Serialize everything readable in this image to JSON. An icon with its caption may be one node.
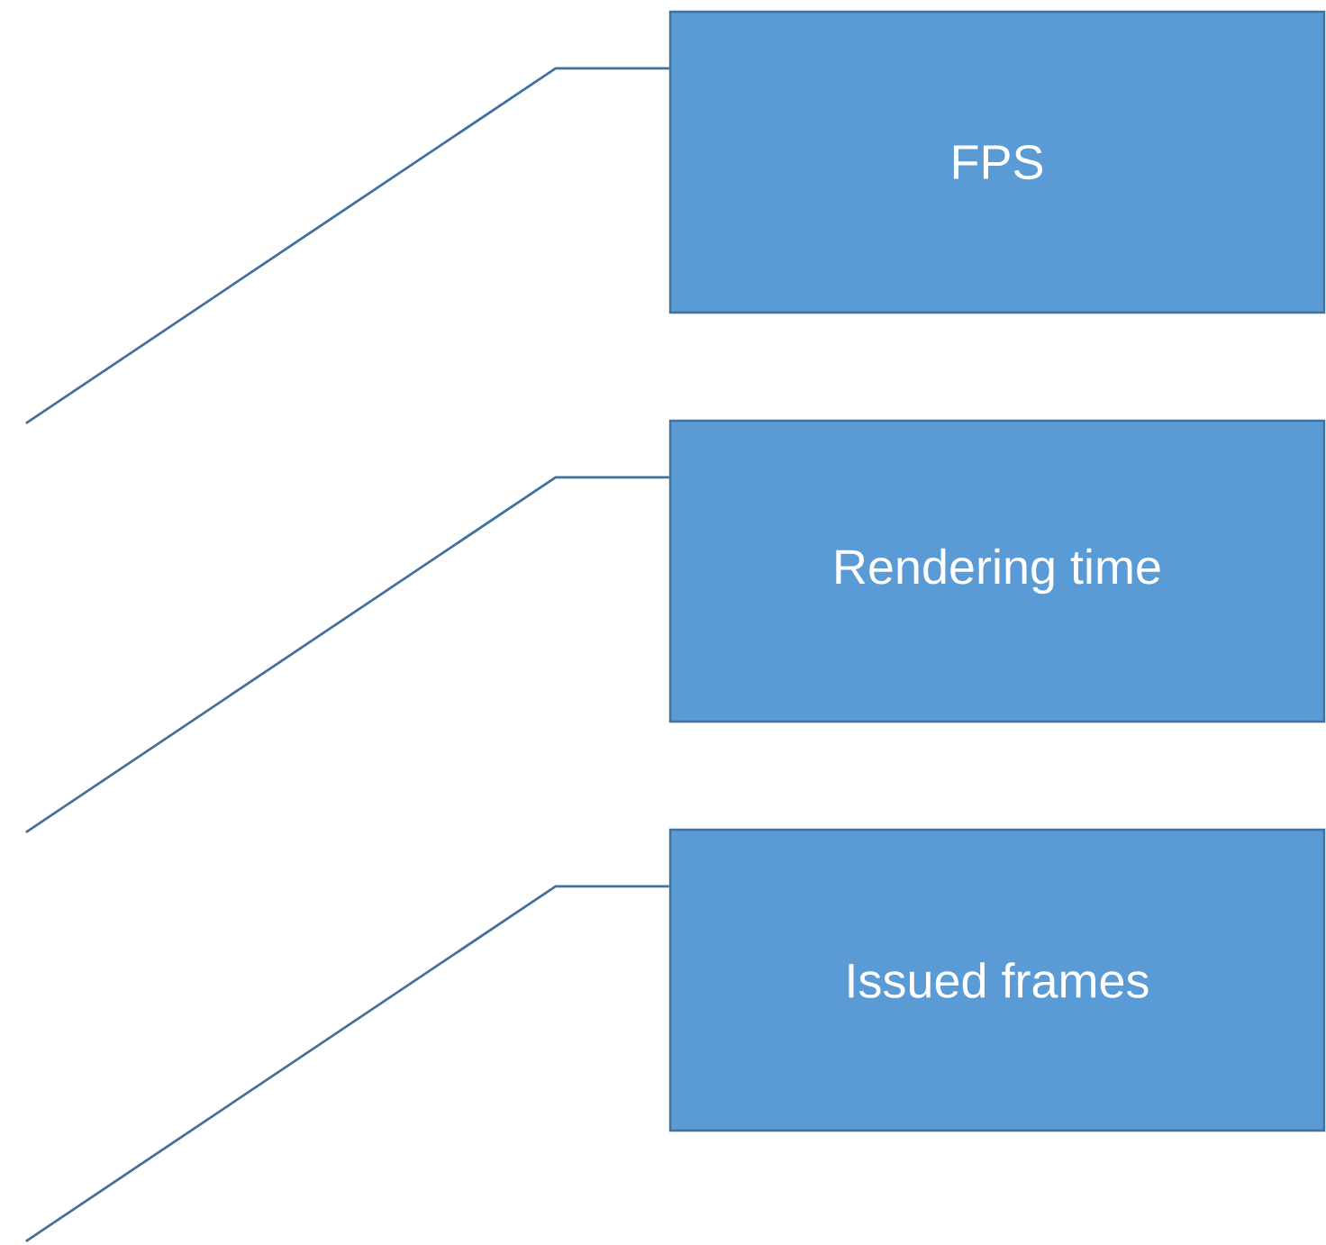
{
  "diagram": {
    "nodes": [
      {
        "text": [
          "FPS"
        ]
      },
      {
        "text": [
          "Rendering time"
        ]
      },
      {
        "text": [
          "Issued frames"
        ]
      }
    ],
    "edges": [
      {
        "from": 0,
        "to": null,
        "arrow": "none"
      },
      {
        "from": 1,
        "to": null,
        "arrow": "none"
      },
      {
        "from": 2,
        "to": null,
        "arrow": "none"
      }
    ]
  }
}
